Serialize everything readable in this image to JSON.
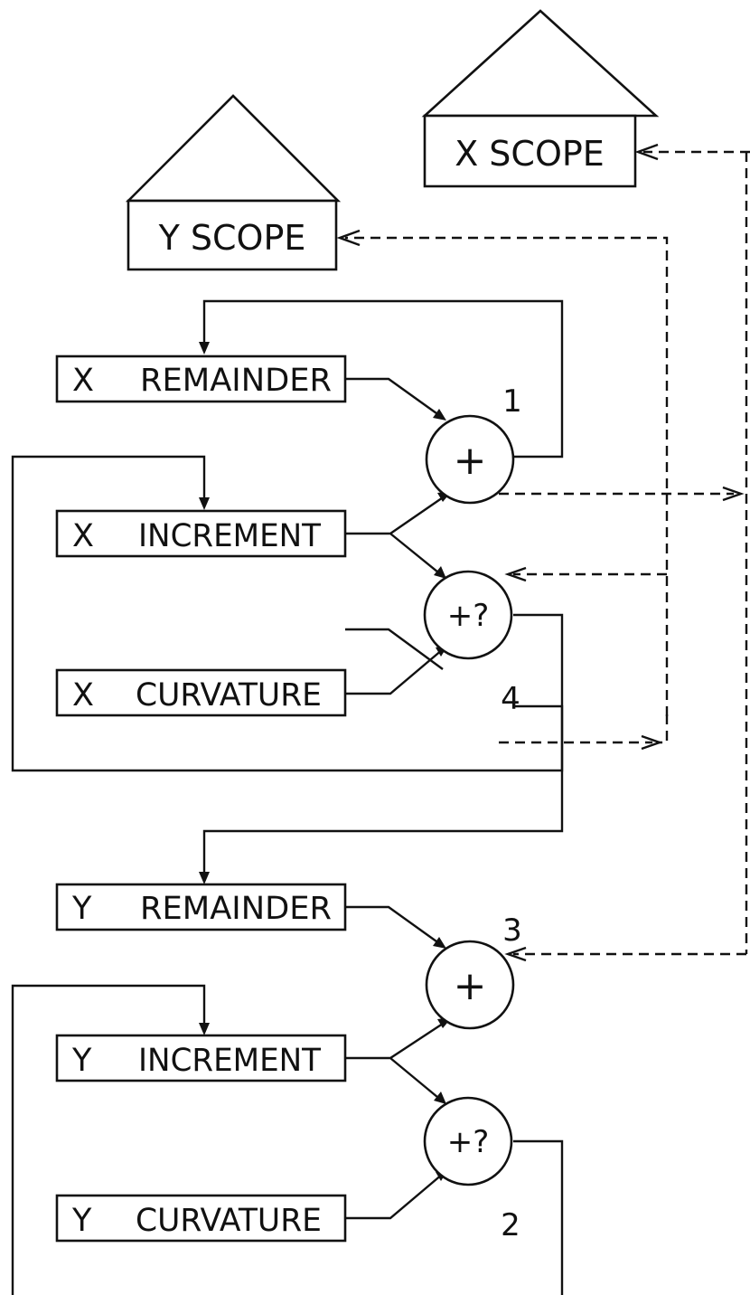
{
  "scopes": {
    "x_scope": "X SCOPE",
    "y_scope": "Y SCOPE"
  },
  "registers": {
    "x_remainder": {
      "axis": "X",
      "name": "REMAINDER"
    },
    "x_increment": {
      "axis": "X",
      "name": "INCREMENT"
    },
    "x_curvature": {
      "axis": "X",
      "name": "CURVATURE"
    },
    "y_remainder": {
      "axis": "Y",
      "name": "REMAINDER"
    },
    "y_increment": {
      "axis": "Y",
      "name": "INCREMENT"
    },
    "y_curvature": {
      "axis": "Y",
      "name": "CURVATURE"
    }
  },
  "adders": {
    "adder_1": {
      "symbol": "+",
      "number": "1"
    },
    "adder_4": {
      "symbol": "+?",
      "number": "4"
    },
    "adder_3": {
      "symbol": "+",
      "number": "3"
    },
    "adder_2": {
      "symbol": "+?",
      "number": "2"
    }
  }
}
